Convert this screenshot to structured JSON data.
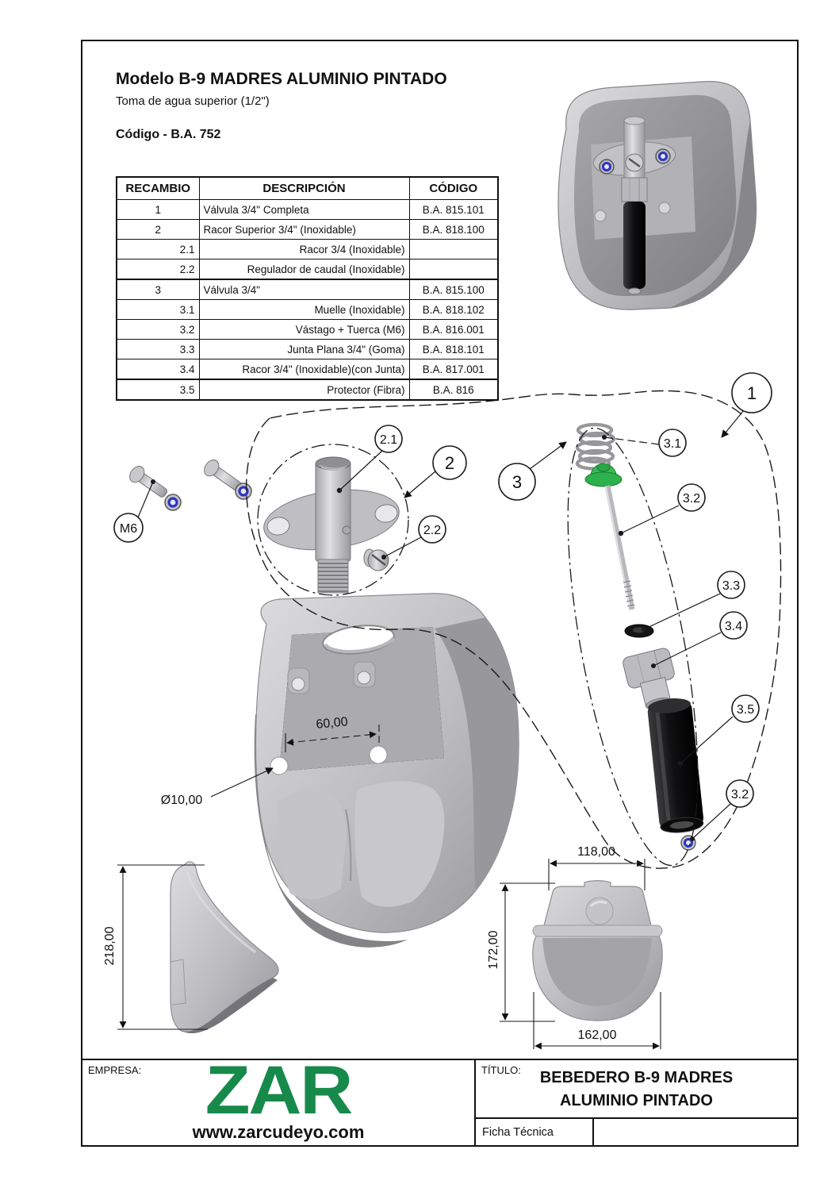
{
  "page": {
    "title": "Modelo B-9 MADRES ALUMINIO PINTADO",
    "subtitle": "Toma de agua superior (1/2\")",
    "code": "Código - B.A. 752"
  },
  "parts_table": {
    "headers": [
      "RECAMBIO",
      "DESCRIPCIÓN",
      "CÓDIGO"
    ],
    "rows": [
      {
        "recambio": "1",
        "descripcion": "Válvula 3/4\" Completa",
        "codigo": "B.A. 815.101"
      },
      {
        "recambio": "2",
        "descripcion": "Racor Superior 3/4\" (Inoxidable)",
        "codigo": "B.A. 818.100"
      },
      {
        "recambio": "2.1",
        "descripcion": "Racor 3/4 (Inoxidable)",
        "codigo": ""
      },
      {
        "recambio": "2.2",
        "descripcion": "Regulador de caudal (Inoxidable)",
        "codigo": ""
      },
      {
        "recambio": "3",
        "descripcion": "Válvula 3/4\"",
        "codigo": "B.A. 815.100"
      },
      {
        "recambio": "3.1",
        "descripcion": "Muelle (Inoxidable)",
        "codigo": "B.A. 818.102"
      },
      {
        "recambio": "3.2",
        "descripcion": "Vástago + Tuerca (M6)",
        "codigo": "B.A. 816.001"
      },
      {
        "recambio": "3.3",
        "descripcion": "Junta Plana 3/4\" (Goma)",
        "codigo": "B.A. 818.101"
      },
      {
        "recambio": "3.4",
        "descripcion": "Racor 3/4\" (Inoxidable)(con Junta)",
        "codigo": "B.A. 817.001"
      },
      {
        "recambio": "3.5",
        "descripcion": "Protector (Fibra)",
        "codigo": "B.A. 816"
      }
    ]
  },
  "callouts": {
    "m6": "M6",
    "c1": "1",
    "c2": "2",
    "c21": "2.1",
    "c22": "2.2",
    "c3": "3",
    "c31": "3.1",
    "c32": "3.2",
    "c33": "3.3",
    "c34": "3.4",
    "c35": "3.5",
    "c32b": "3.2"
  },
  "dimensions": {
    "holes_distance": "60,00",
    "hole_diameter": "Ø10,00",
    "side_height": "218,00",
    "front_top_width": "118,00",
    "front_height": "172,00",
    "front_bottom_width": "162,00"
  },
  "footer": {
    "empresa_label": "EMPRESA:",
    "logo_text": "ZAR",
    "website": "www.zarcudeyo.com",
    "titulo_label": "TÍTULO:",
    "title_line1": "BEBEDERO B-9 MADRES",
    "title_line2": "ALUMINIO PINTADO",
    "doc_type": "Ficha Técnica"
  },
  "colors": {
    "logo_green": "#178a4b",
    "knob_green": "#2db14c",
    "nut_blue": "#2a35c0"
  }
}
